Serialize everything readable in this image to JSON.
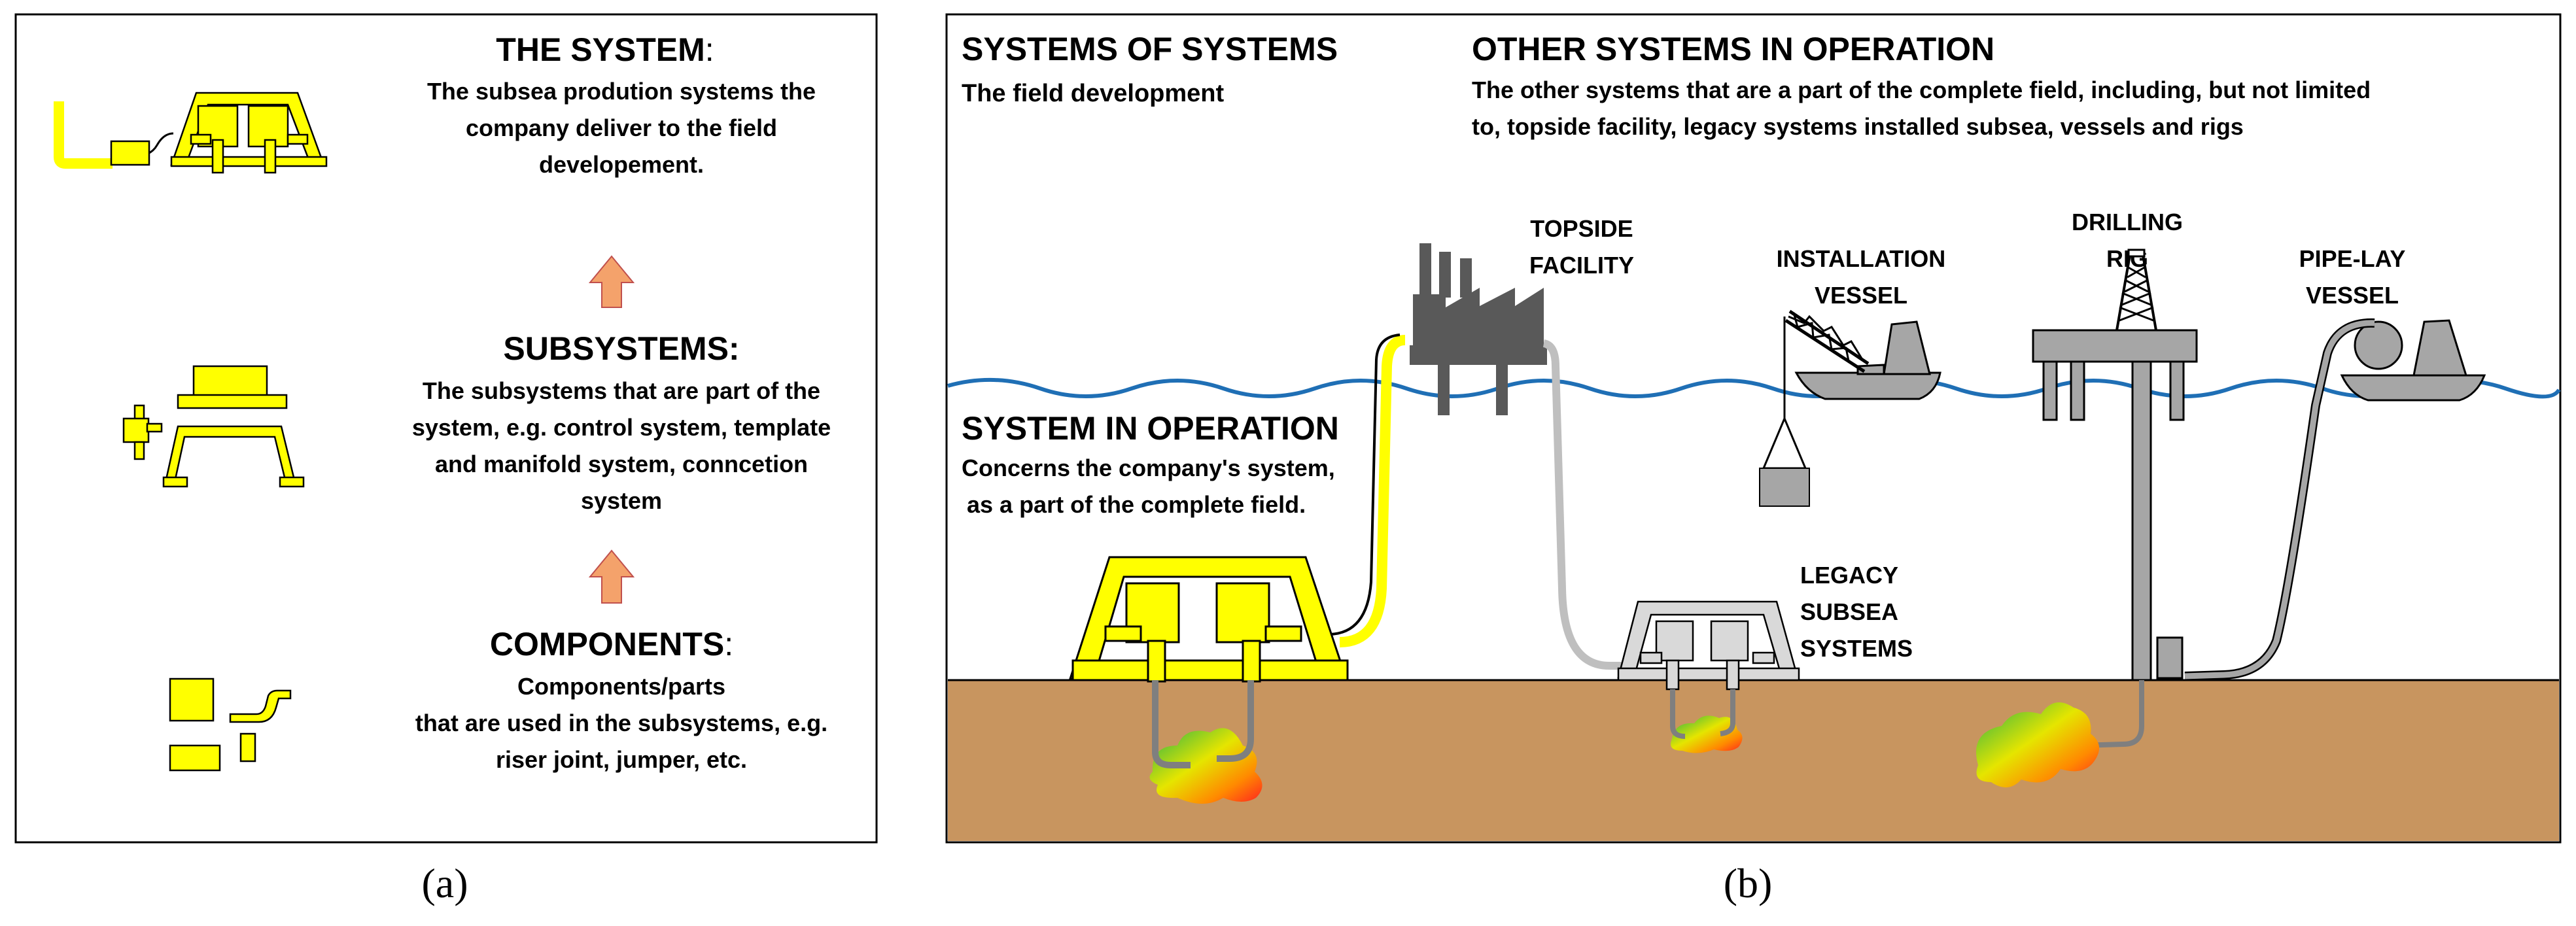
{
  "panel_a": {
    "the_system": {
      "heading": "THE SYSTEM",
      "colon": ":",
      "lines": [
        "The subsea prodution systems the",
        "company deliver to the field",
        "developement."
      ]
    },
    "subsystems": {
      "heading": "SUBSYSTEMS:",
      "lines": [
        "The subsystems that are part of the",
        "system, e.g. control system, template",
        "and manifold system, conncetion",
        "system"
      ]
    },
    "components": {
      "heading": "COMPONENTS",
      "colon": ":",
      "lines": [
        "Components/parts",
        "that are used in the subsystems, e.g.",
        "riser joint, jumper, etc."
      ]
    },
    "caption": "(a)"
  },
  "panel_b": {
    "systems_of_systems": {
      "heading": "SYSTEMS OF SYSTEMS",
      "sub": "The field development"
    },
    "other_systems": {
      "heading": "OTHER SYSTEMS IN OPERATION",
      "lines": [
        "The other systems that are a part of the complete field, including, but not limited",
        "to, topside facility, legacy systems installed subsea, vessels and rigs"
      ]
    },
    "system_in_operation": {
      "heading": "SYSTEM IN OPERATION",
      "lines": [
        "Concerns the company's system,",
        "as a part of the complete field."
      ]
    },
    "labels": {
      "topside": [
        "TOPSIDE",
        "FACILITY"
      ],
      "installation": [
        "INSTALLATION",
        "VESSEL"
      ],
      "drilling": [
        "DRILLING",
        "RIG"
      ],
      "pipelay": [
        "PIPE-LAY",
        "VESSEL"
      ],
      "legacy": [
        "LEGACY",
        "SUBSEA",
        "SYSTEMS"
      ]
    },
    "caption": "(b)"
  },
  "colors": {
    "yellow": "#FFFF00",
    "outline": "#000000",
    "arrow": "#F4A26B",
    "water": "#1F6FB5",
    "seabed": "#C8955F",
    "factory": "#595959",
    "vessel": "#A6A6A6",
    "legacy": "#D9D9D9"
  }
}
